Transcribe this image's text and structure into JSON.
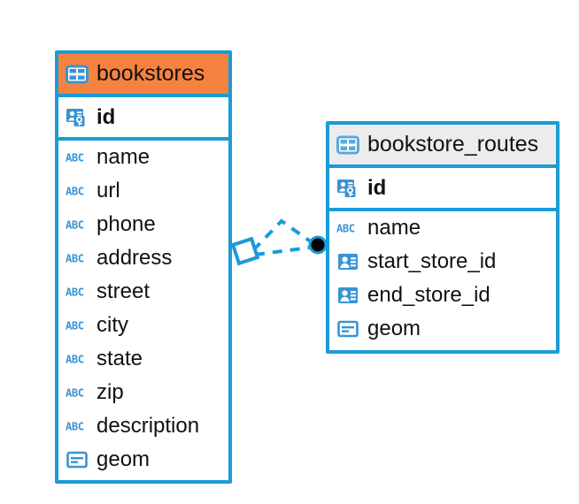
{
  "diagram": {
    "type": "entity-relationship-diagram",
    "background": "#ffffff",
    "accent_blue": "#1b9bd8",
    "accent_orange": "#f5833f",
    "header_gray": "#ececec",
    "text_color": "#111111"
  },
  "tables": [
    {
      "name": "bookstores",
      "header_color": "#f5833f",
      "header_icon": "table-icon",
      "primary_key": {
        "label": "id",
        "icon": "primary-key-icon"
      },
      "fields": [
        {
          "label": "name",
          "icon": "text-type-icon"
        },
        {
          "label": "url",
          "icon": "text-type-icon"
        },
        {
          "label": "phone",
          "icon": "text-type-icon"
        },
        {
          "label": "address",
          "icon": "text-type-icon"
        },
        {
          "label": "street",
          "icon": "text-type-icon"
        },
        {
          "label": "city",
          "icon": "text-type-icon"
        },
        {
          "label": "state",
          "icon": "text-type-icon"
        },
        {
          "label": "zip",
          "icon": "text-type-icon"
        },
        {
          "label": "description",
          "icon": "text-type-icon"
        },
        {
          "label": "geom",
          "icon": "geometry-type-icon"
        }
      ]
    },
    {
      "name": "bookstore_routes",
      "header_color": "#ececec",
      "header_icon": "table-icon",
      "primary_key": {
        "label": "id",
        "icon": "primary-key-icon"
      },
      "fields": [
        {
          "label": "name",
          "icon": "text-type-icon"
        },
        {
          "label": "start_store_id",
          "icon": "foreign-key-icon"
        },
        {
          "label": "end_store_id",
          "icon": "foreign-key-icon"
        },
        {
          "label": "geom",
          "icon": "geometry-type-icon"
        }
      ]
    }
  ],
  "relationship": {
    "style": "dashed",
    "color": "#1b9bd8",
    "source_marker": "diamond-marker",
    "target_marker": "filled-circle-marker",
    "target_marker_color": "#000000"
  }
}
